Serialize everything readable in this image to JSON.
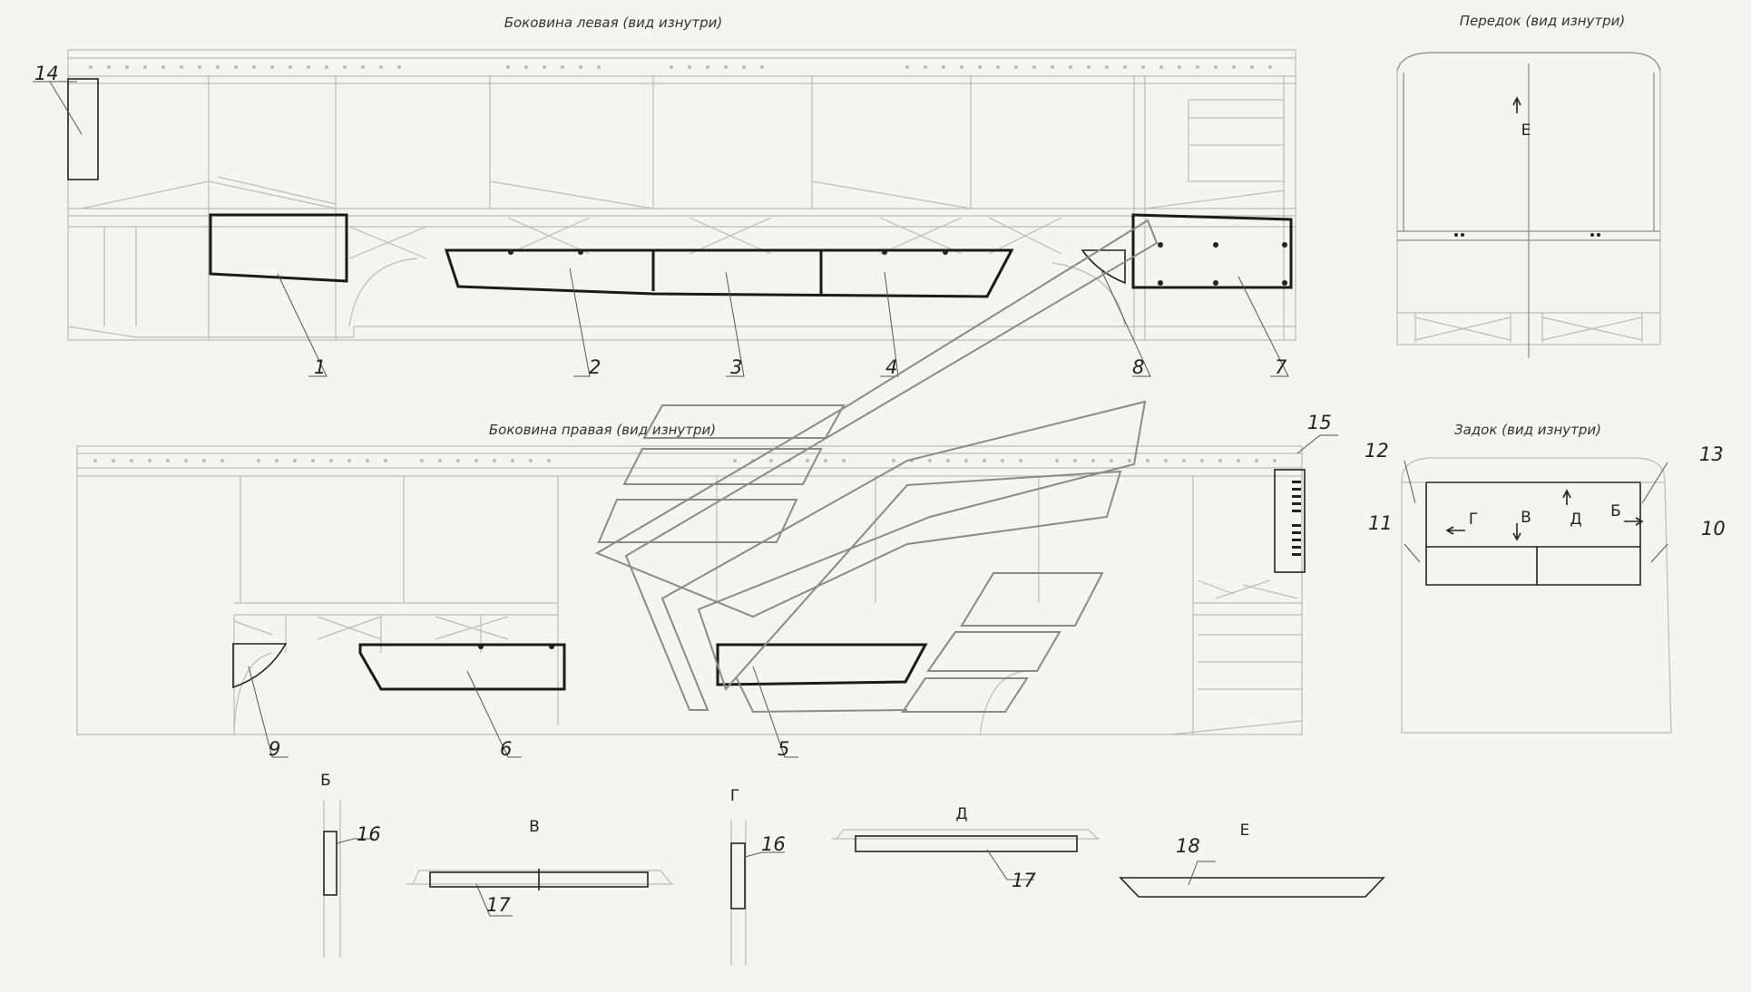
{
  "titles": {
    "left_side": "Боковина левая (вид изнутри)",
    "front": "Передок (вид изнутри)",
    "right_side": "Боковина правая (вид изнутри)",
    "rear": "Задок (вид изнутри)"
  },
  "part_numbers": {
    "p1": "1",
    "p2": "2",
    "p3": "3",
    "p4": "4",
    "p5": "5",
    "p6": "6",
    "p7": "7",
    "p8": "8",
    "p9": "9",
    "p10": "10",
    "p11": "11",
    "p12": "12",
    "p13": "13",
    "p14": "14",
    "p15": "15",
    "p16a": "16",
    "p16b": "16",
    "p17a": "17",
    "p17b": "17",
    "p18": "18"
  },
  "view_letters": {
    "b_section": "Б",
    "v_section": "В",
    "g_section": "Г",
    "d_section": "Д",
    "e_section": "Е",
    "front_e": "Е",
    "rear_g": "Г",
    "rear_v": "В",
    "rear_d": "Д",
    "rear_b": "Б"
  }
}
